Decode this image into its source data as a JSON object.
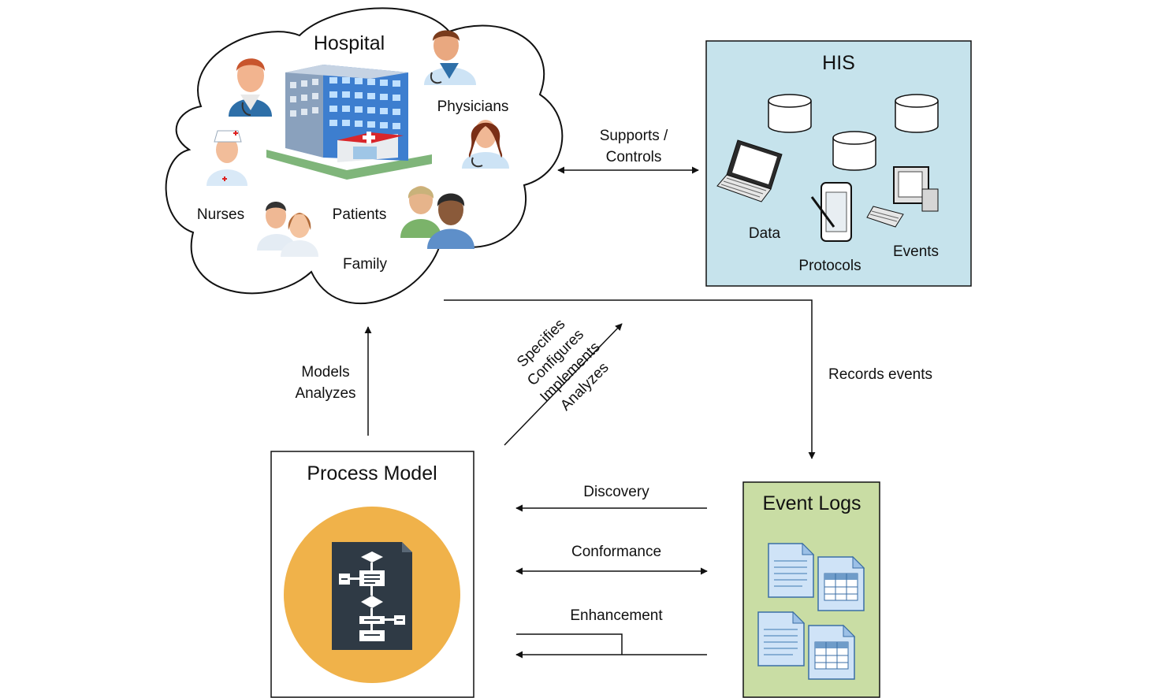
{
  "hospital": {
    "title": "Hospital",
    "roles": {
      "physicians": "Physicians",
      "nurses": "Nurses",
      "patients": "Patients",
      "family": "Family"
    }
  },
  "his": {
    "title": "HIS",
    "items": {
      "data": "Data",
      "protocols": "Protocols",
      "events": "Events"
    }
  },
  "process_model": {
    "title": "Process Model"
  },
  "event_logs": {
    "title": "Event Logs"
  },
  "edges": {
    "supports_controls": [
      "Supports /",
      "Controls"
    ],
    "models_analyzes": [
      "Models",
      "Analyzes"
    ],
    "specifies_group": [
      "Specifies",
      "Configures",
      "Implements",
      "Analyzes"
    ],
    "records_events": "Records events",
    "discovery": "Discovery",
    "conformance": "Conformance",
    "enhancement": "Enhancement"
  },
  "colors": {
    "his_fill": "#c6e3ec",
    "event_logs_fill": "#c9dda4",
    "process_circle": "#f0b24a",
    "flowchart_doc": "#2f3a45",
    "stroke": "#111111"
  },
  "icons": [
    "hospital-building-icon",
    "doctor-icon",
    "nurse-icon",
    "patients-icon",
    "database-icon",
    "laptop-icon",
    "tablet-icon",
    "desktop-computer-icon",
    "document-icon",
    "spreadsheet-icon",
    "flowchart-icon"
  ]
}
